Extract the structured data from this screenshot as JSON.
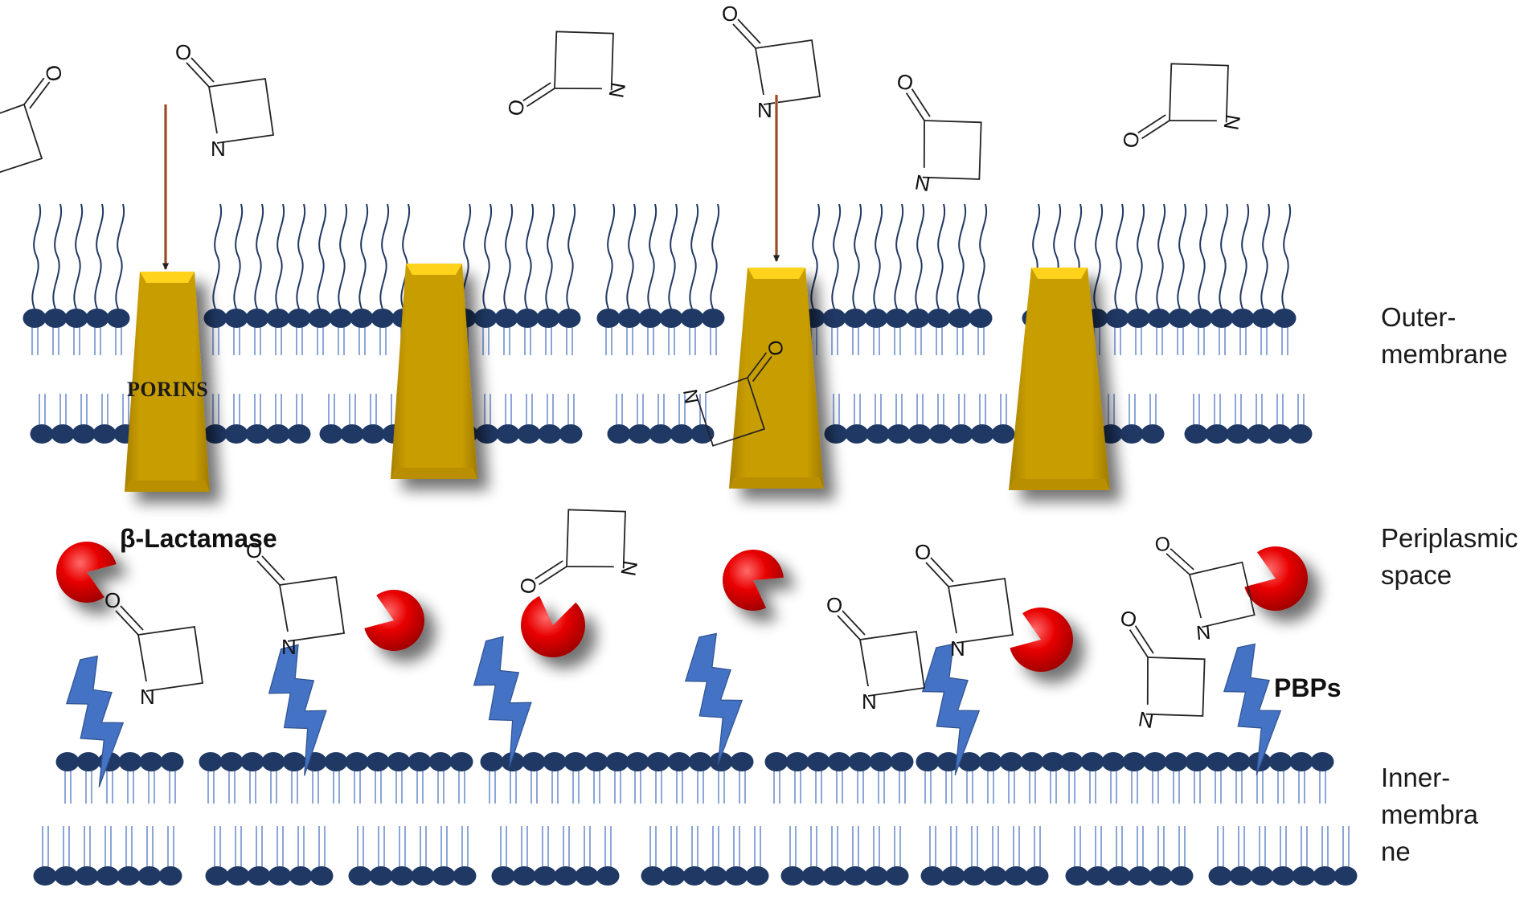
{
  "labels": {
    "outer_membrane": [
      "Outer-",
      "membrane"
    ],
    "periplasmic_space": [
      "Periplasmic",
      "space"
    ],
    "inner_membrane": [
      "Inner-",
      "membra",
      "ne"
    ],
    "porins": "PORINS",
    "beta_lactamase": "β-Lactamase",
    "pbps": "PBPs"
  },
  "ring_atoms": {
    "oxygen": "O",
    "nitrogen": "N"
  },
  "colors": {
    "membrane_head": "#1f3864",
    "membrane_tail": "#5b7fc7",
    "porin": "#c49a00",
    "beta_lactamase": "#e00000",
    "pbp": "#4472c4",
    "arrow": "#d28c6a"
  },
  "icons": {
    "porin": "porin-channel-shape",
    "beta_lactamase": "pacman-enzyme-shape",
    "pbp": "lightning-bolt-shape",
    "beta_lactam": "beta-lactam-ring-structure"
  }
}
